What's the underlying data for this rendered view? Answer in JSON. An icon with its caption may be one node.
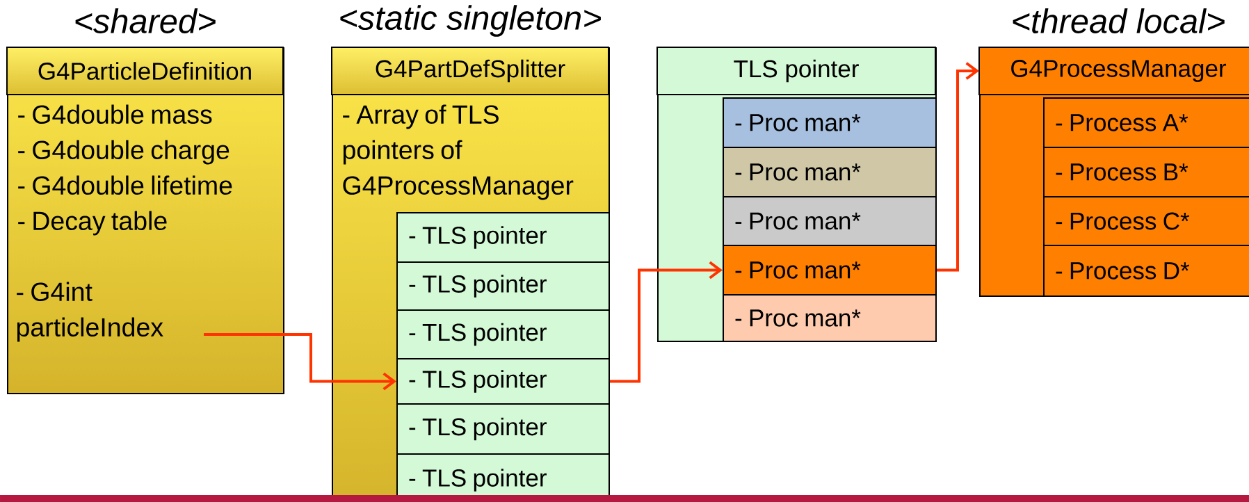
{
  "diagram": {
    "nodes": [
      {
        "text": [
          "<shared>",
          "G4ParticleDefinition",
          "- G4double mass",
          "- G4double charge",
          "- G4double lifetime",
          "- Decay table"
        ]
      },
      {
        "text": [
          "- G4int particleIndex"
        ],
        "in": 0
      },
      {
        "text": [
          "<static singleton>",
          "G4PartDefSplitter",
          "- Array of TLS pointers of G4ProcessManager"
        ]
      },
      {
        "text": [
          "- TLS pointer"
        ],
        "in": 2
      },
      {
        "text": [
          "- TLS pointer"
        ],
        "in": 2
      },
      {
        "text": [
          "- TLS pointer"
        ],
        "in": 2
      },
      {
        "text": [
          "- TLS pointer"
        ],
        "in": 2
      },
      {
        "text": [
          "- TLS pointer"
        ],
        "in": 2
      },
      {
        "text": [
          "- TLS pointer"
        ],
        "in": 2
      },
      {
        "text": [
          "TLS pointer"
        ]
      },
      {
        "text": [
          "- Proc man*"
        ],
        "in": 9
      },
      {
        "text": [
          "- Proc man*"
        ],
        "in": 9
      },
      {
        "text": [
          "- Proc man*"
        ],
        "in": 9
      },
      {
        "text": [
          "- Proc man*"
        ],
        "in": 9
      },
      {
        "text": [
          "- Proc man*"
        ],
        "in": 9
      },
      {
        "text": [
          "<thread local>",
          "G4ProcessManager"
        ]
      },
      {
        "text": [
          "- Process A*"
        ],
        "in": 15
      },
      {
        "text": [
          "- Process B*"
        ],
        "in": 15
      },
      {
        "text": [
          "- Process C*"
        ],
        "in": 15
      },
      {
        "text": [
          "- Process D*"
        ],
        "in": 15
      }
    ],
    "edges": [
      {
        "from": 1,
        "to": 6,
        "arrow": "to"
      },
      {
        "from": 6,
        "to": 13,
        "arrow": "to"
      },
      {
        "from": 13,
        "to": 15,
        "arrow": "to"
      }
    ]
  }
}
